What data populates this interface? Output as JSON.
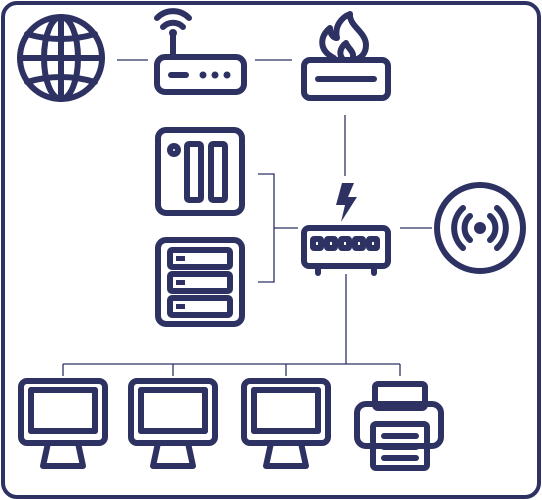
{
  "diagram": {
    "kind": "network-topology",
    "colors": {
      "frame": "#2e3263",
      "icon": "#2e3263",
      "background": "#ffffff"
    },
    "nodes": [
      {
        "id": "internet",
        "icon": "globe-icon"
      },
      {
        "id": "router",
        "icon": "router-icon"
      },
      {
        "id": "firewall",
        "icon": "firewall-icon"
      },
      {
        "id": "nas",
        "icon": "nas-storage-icon"
      },
      {
        "id": "server",
        "icon": "server-rack-icon"
      },
      {
        "id": "switch",
        "icon": "network-switch-icon"
      },
      {
        "id": "wireless-ap",
        "icon": "wireless-access-point-icon"
      },
      {
        "id": "workstation-1",
        "icon": "monitor-icon"
      },
      {
        "id": "workstation-2",
        "icon": "monitor-icon"
      },
      {
        "id": "workstation-3",
        "icon": "monitor-icon"
      },
      {
        "id": "printer",
        "icon": "printer-icon"
      }
    ],
    "links": [
      [
        "internet",
        "router"
      ],
      [
        "router",
        "firewall"
      ],
      [
        "firewall",
        "switch"
      ],
      [
        "nas",
        "switch"
      ],
      [
        "server",
        "switch"
      ],
      [
        "switch",
        "wireless-ap"
      ],
      [
        "switch",
        "workstation-1"
      ],
      [
        "switch",
        "workstation-2"
      ],
      [
        "switch",
        "workstation-3"
      ],
      [
        "switch",
        "printer"
      ]
    ]
  }
}
